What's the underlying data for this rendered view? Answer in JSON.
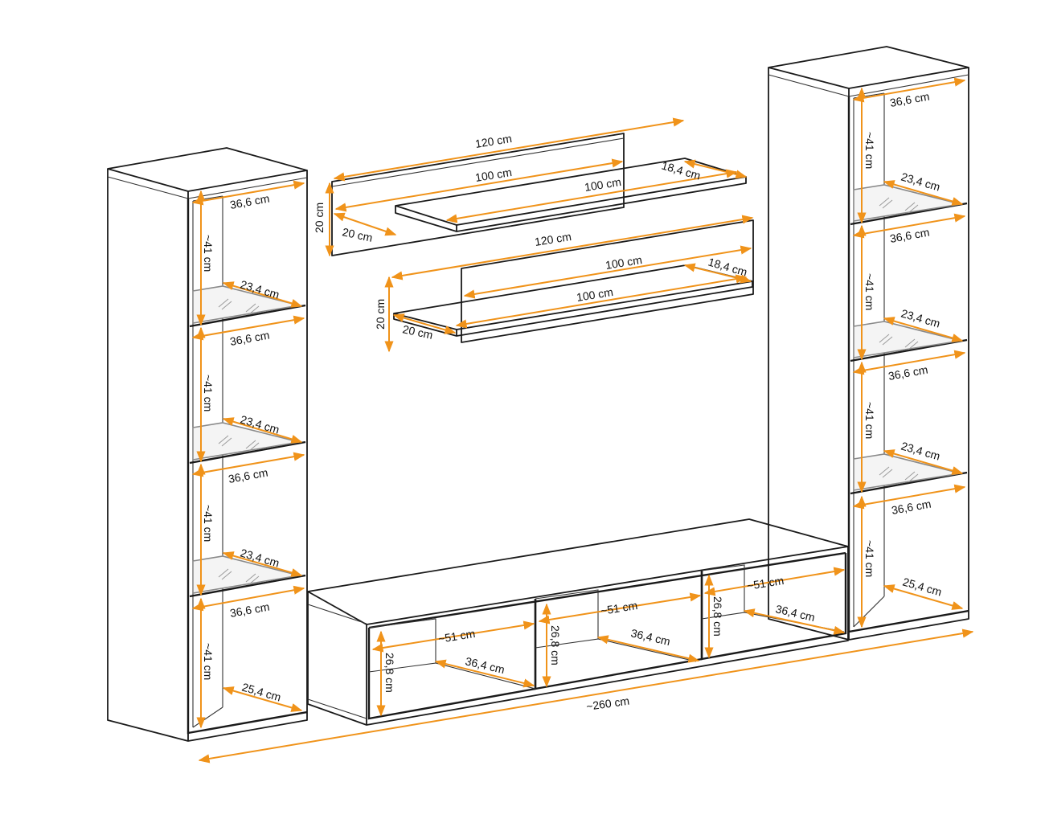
{
  "colors": {
    "dimension_line": "#f0931a",
    "outline": "#1a1a1a",
    "glass": "#8a8a8a"
  },
  "labels": {
    "left_tower": {
      "width_top": "36,6 cm",
      "heights": [
        "~41 cm",
        "~41 cm",
        "~41 cm",
        "~41 cm"
      ],
      "glass_1": "23,4 cm",
      "width_1": "36,6 cm",
      "glass_2": "23,4 cm",
      "width_2": "36,6 cm",
      "glass_3": "23,4 cm",
      "width_3": "36,6 cm",
      "base_depth": "25,4 cm"
    },
    "right_tower": {
      "width_top": "36,6 cm",
      "heights": [
        "~41 cm",
        "~41 cm",
        "~41 cm",
        "~41 cm"
      ],
      "glass_1": "23,4 cm",
      "width_1": "36,6 cm",
      "glass_2": "23,4 cm",
      "width_2": "36,6 cm",
      "glass_3": "23,4 cm",
      "width_3": "36,6 cm",
      "base_depth": "25,4 cm"
    },
    "shelf_top": {
      "back_width": "120 cm",
      "shelf_width_front": "100 cm",
      "shelf_width_back": "100 cm",
      "shelf_depth": "18,4 cm",
      "height": "20 cm",
      "depth": "20 cm"
    },
    "shelf_bottom": {
      "back_width": "120 cm",
      "shelf_width_back": "100 cm",
      "shelf_width_front": "100 cm",
      "shelf_depth": "18,4 cm",
      "height": "20 cm",
      "depth": "20 cm"
    },
    "tv_unit": {
      "compartments": [
        {
          "width": "~51 cm",
          "height": "26,8 cm",
          "depth": "36,4 cm"
        },
        {
          "width": "~51 cm",
          "height": "26,8 cm",
          "depth": "36,4 cm"
        },
        {
          "width": "~51 cm",
          "height": "26,8 cm",
          "depth": "36,4 cm"
        }
      ]
    },
    "total_width": "~260 cm"
  }
}
